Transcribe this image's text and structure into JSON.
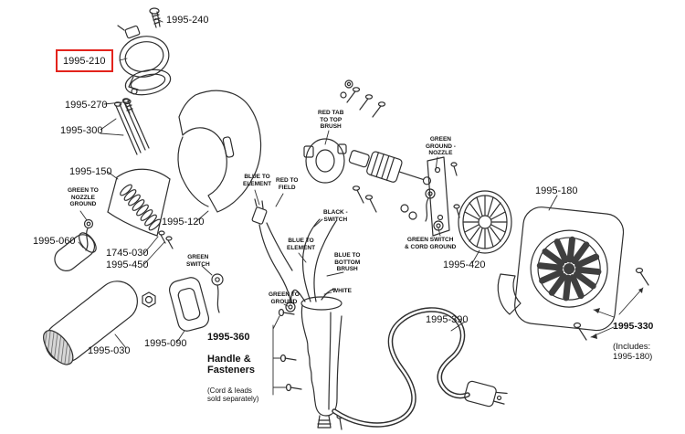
{
  "colors": {
    "highlight_box": "#e3231c",
    "ink": "#2f2f2f",
    "background": "#ffffff"
  },
  "parts": {
    "p240": "1995-240",
    "p210": "1995-210",
    "p270": "1995-270",
    "p300": "1995-300",
    "p150": "1995-150",
    "p120": "1995-120",
    "p060": "1995-060",
    "p1745030": "1745-030",
    "p450": "1995-450",
    "p030": "1995-030",
    "p090": "1995-090",
    "p360": "1995-360",
    "p360_name": "Handle &\nFasteners",
    "p360_note": "(Cord & leads\nsold separately)",
    "p390": "1995-390",
    "p420": "1995-420",
    "p180": "1995-180",
    "p330": "1995-330",
    "p330_note": "(Includes:\n1995-180)"
  },
  "wires": {
    "green_nozzle_ground": "GREEN TO\nNOZZLE\nGROUND",
    "green_switch": "GREEN\nSWITCH",
    "blue_element_upper": "BLUE TO\nELEMENT",
    "red_field": "RED TO\nFIELD",
    "red_tab_top_brush": "RED TAB\nTO TOP\nBRUSH",
    "black_switch": "BLACK -\nSWITCH",
    "blue_element_lower": "BLUE TO\nELEMENT",
    "blue_bottom_brush": "BLUE TO\nBOTTOM\nBRUSH",
    "green_to_ground": "GREEN TO\nGROUND",
    "white": "WHITE",
    "green_ground_nozzle": "GREEN\nGROUND -\nNOZZLE",
    "green_switch_cord_ground": "GREEN SWITCH\n& CORD GROUND"
  }
}
